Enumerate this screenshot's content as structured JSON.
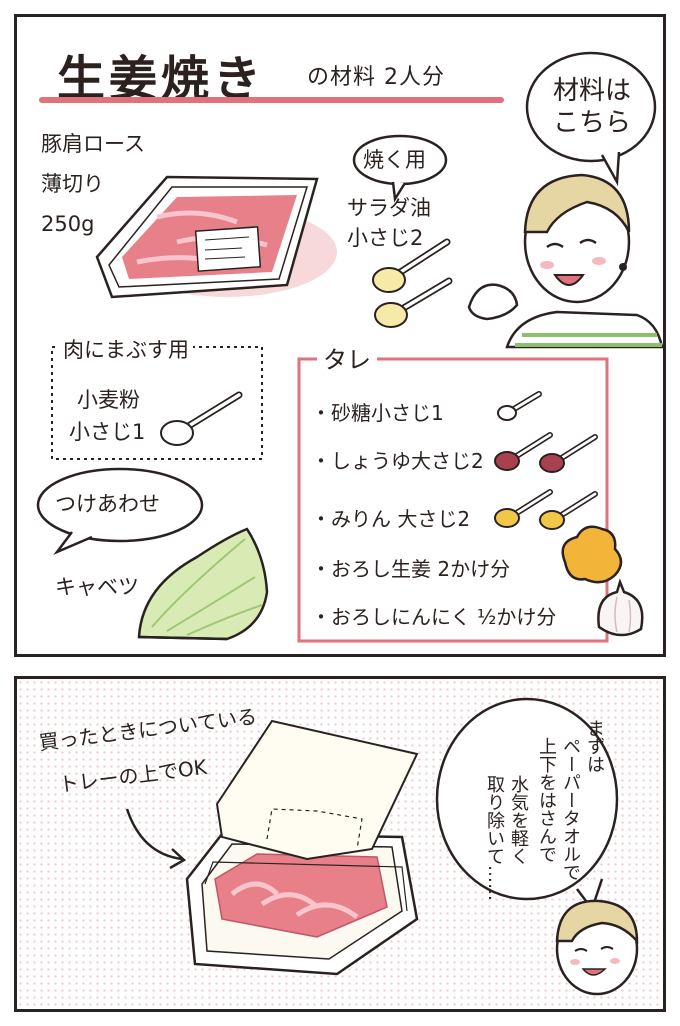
{
  "panel1": {
    "title": "生姜焼き",
    "subtitle": "の材料 2人分",
    "speech_bubble": [
      "材料は",
      "こちら"
    ],
    "pork": {
      "name": "豚肩ロース",
      "cut": "薄切り",
      "amount": "250g"
    },
    "cooking_oil": {
      "label": "焼く用",
      "name": "サラダ油",
      "amount": "小さじ2"
    },
    "coating": {
      "label": "肉にまぶす用",
      "name": "小麦粉",
      "amount": "小さじ1"
    },
    "side": {
      "label": "つけあわせ",
      "name": "キャベツ"
    },
    "sauce": {
      "heading": "タレ",
      "items": [
        "・砂糖小さじ1",
        "・しょうゆ大さじ2",
        "・みりん 大さじ2",
        "・おろし生姜 2かけ分",
        "・おろしにんにく ½かけ分"
      ]
    },
    "colors": {
      "accent_red": "#e0727b",
      "pink_bg": "#f7d9dc",
      "ink": "#2a2220"
    }
  },
  "panel2": {
    "caption_line1": "買ったときについている",
    "caption_line2": "トレーの上でOK",
    "speech_columns": [
      "まずは",
      "ペーパータオルで",
      "上下をはさんで",
      "水気を軽く",
      "取り除いて……"
    ]
  }
}
